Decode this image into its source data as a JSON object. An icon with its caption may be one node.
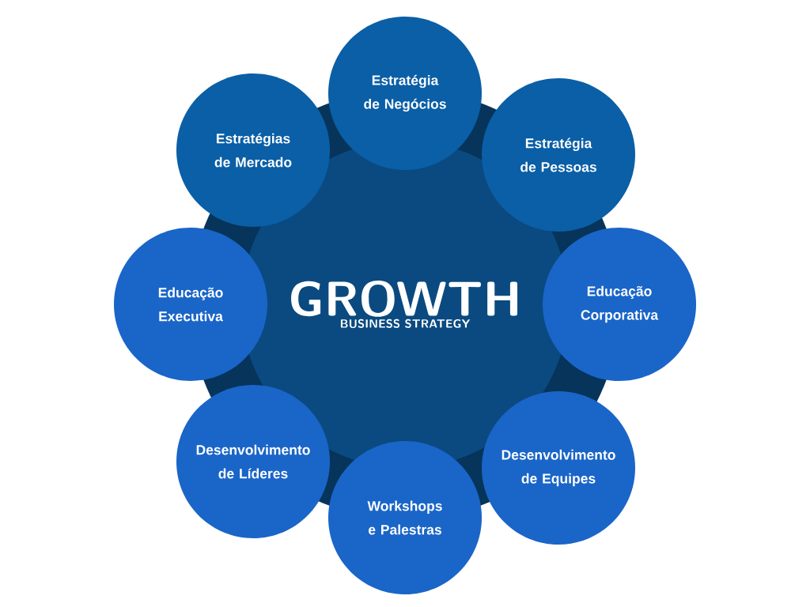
{
  "diagram": {
    "nodes": [
      {
        "text": [
          "GROWTH",
          "BUSINESS STRATEGY"
        ]
      },
      {
        "text": [
          "Estratégia de Negócios"
        ]
      },
      {
        "text": [
          "Estratégia de Pessoas"
        ]
      },
      {
        "text": [
          "Educação Corporativa"
        ]
      },
      {
        "text": [
          "Desenvolvimento de Equipes"
        ]
      },
      {
        "text": [
          "Workshops e Palestras"
        ]
      },
      {
        "text": [
          "Desenvolvimento de Líderes"
        ]
      },
      {
        "text": [
          "Educação Executiva"
        ]
      },
      {
        "text": [
          "Estratégias de Mercado"
        ]
      }
    ]
  }
}
